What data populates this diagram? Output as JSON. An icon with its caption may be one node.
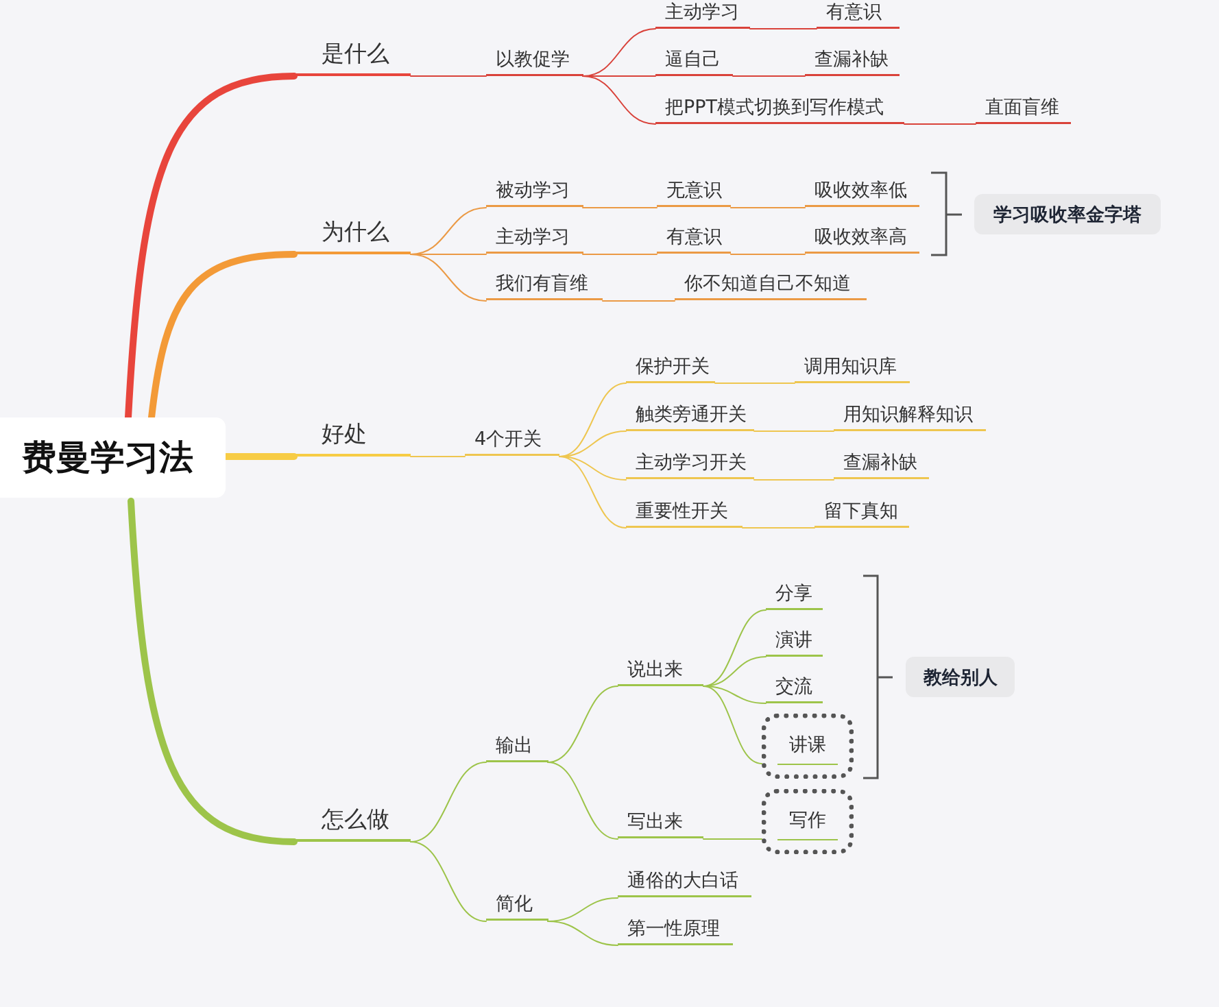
{
  "diagram": {
    "nodes": [
      {
        "text": [
          "费曼学习法"
        ]
      },
      {
        "text": [
          "是什么"
        ]
      },
      {
        "text": [
          "以教促学"
        ]
      },
      {
        "text": [
          "主动学习"
        ]
      },
      {
        "text": [
          "有意识"
        ]
      },
      {
        "text": [
          "逼自己"
        ]
      },
      {
        "text": [
          "查漏补缺"
        ]
      },
      {
        "text": [
          "把PPT模式切换到写作模式"
        ]
      },
      {
        "text": [
          "直面盲维"
        ]
      },
      {
        "text": [
          "为什么"
        ]
      },
      {
        "text": [
          "被动学习"
        ]
      },
      {
        "text": [
          "无意识"
        ]
      },
      {
        "text": [
          "吸收效率低"
        ]
      },
      {
        "text": [
          "主动学习"
        ]
      },
      {
        "text": [
          "有意识"
        ]
      },
      {
        "text": [
          "吸收效率高"
        ]
      },
      {
        "text": [
          "我们有盲维"
        ]
      },
      {
        "text": [
          "你不知道自己不知道"
        ]
      },
      {
        "text": [
          "学习吸收率金字塔"
        ]
      },
      {
        "text": [
          "好处"
        ]
      },
      {
        "text": [
          "4个开关"
        ]
      },
      {
        "text": [
          "保护开关"
        ]
      },
      {
        "text": [
          "调用知识库"
        ]
      },
      {
        "text": [
          "触类旁通开关"
        ]
      },
      {
        "text": [
          "用知识解释知识"
        ]
      },
      {
        "text": [
          "主动学习开关"
        ]
      },
      {
        "text": [
          "查漏补缺"
        ]
      },
      {
        "text": [
          "重要性开关"
        ]
      },
      {
        "text": [
          "留下真知"
        ]
      },
      {
        "text": [
          "怎么做"
        ]
      },
      {
        "text": [
          "输出"
        ]
      },
      {
        "text": [
          "说出来"
        ]
      },
      {
        "text": [
          "分享"
        ]
      },
      {
        "text": [
          "演讲"
        ]
      },
      {
        "text": [
          "交流"
        ]
      },
      {
        "text": [
          "讲课"
        ]
      },
      {
        "text": [
          "写出来"
        ]
      },
      {
        "text": [
          "写作"
        ]
      },
      {
        "text": [
          "简化"
        ]
      },
      {
        "text": [
          "通俗的大白话"
        ]
      },
      {
        "text": [
          "第一性原理"
        ]
      },
      {
        "text": [
          "教给别人"
        ]
      }
    ],
    "edges": [
      {
        "from": 0,
        "to": 1,
        "arrow": "none",
        "style": "thick",
        "color": "#e8453c"
      },
      {
        "from": 1,
        "to": 2,
        "arrow": "none",
        "color": "#d9423a"
      },
      {
        "from": 2,
        "to": 3,
        "arrow": "none",
        "color": "#d9423a"
      },
      {
        "from": 3,
        "to": 4,
        "arrow": "none",
        "color": "#d9423a"
      },
      {
        "from": 2,
        "to": 5,
        "arrow": "none",
        "color": "#d9423a"
      },
      {
        "from": 5,
        "to": 6,
        "arrow": "none",
        "color": "#d9423a"
      },
      {
        "from": 2,
        "to": 7,
        "arrow": "none",
        "color": "#d9423a"
      },
      {
        "from": 7,
        "to": 8,
        "arrow": "none",
        "color": "#d9423a"
      },
      {
        "from": 0,
        "to": 9,
        "arrow": "none",
        "style": "thick",
        "color": "#f39a37"
      },
      {
        "from": 9,
        "to": 10,
        "arrow": "none",
        "color": "#eb9a45"
      },
      {
        "from": 10,
        "to": 11,
        "arrow": "none",
        "color": "#eb9a45"
      },
      {
        "from": 11,
        "to": 12,
        "arrow": "none",
        "color": "#eb9a45"
      },
      {
        "from": 9,
        "to": 13,
        "arrow": "none",
        "color": "#eb9a45"
      },
      {
        "from": 13,
        "to": 14,
        "arrow": "none",
        "color": "#eb9a45"
      },
      {
        "from": 14,
        "to": 15,
        "arrow": "none",
        "color": "#eb9a45"
      },
      {
        "from": 9,
        "to": 16,
        "arrow": "none",
        "color": "#eb9a45"
      },
      {
        "from": 16,
        "to": 17,
        "arrow": "none",
        "color": "#eb9a45"
      },
      {
        "from": 0,
        "to": 19,
        "arrow": "none",
        "style": "thick",
        "color": "#f7cc45"
      },
      {
        "from": 19,
        "to": 20,
        "arrow": "none",
        "color": "#eec650"
      },
      {
        "from": 20,
        "to": 21,
        "arrow": "none",
        "color": "#eec650"
      },
      {
        "from": 21,
        "to": 22,
        "arrow": "none",
        "color": "#eec650"
      },
      {
        "from": 20,
        "to": 23,
        "arrow": "none",
        "color": "#eec650"
      },
      {
        "from": 23,
        "to": 24,
        "arrow": "none",
        "color": "#eec650"
      },
      {
        "from": 20,
        "to": 25,
        "arrow": "none",
        "color": "#eec650"
      },
      {
        "from": 25,
        "to": 26,
        "arrow": "none",
        "color": "#eec650"
      },
      {
        "from": 20,
        "to": 27,
        "arrow": "none",
        "color": "#eec650"
      },
      {
        "from": 27,
        "to": 28,
        "arrow": "none",
        "color": "#eec650"
      },
      {
        "from": 0,
        "to": 29,
        "arrow": "none",
        "style": "thick"
      },
      {
        "from": 29,
        "to": 30,
        "arrow": "none"
      },
      {
        "from": 30,
        "to": 31,
        "arrow": "none"
      },
      {
        "from": 31,
        "to": 32,
        "arrow": "none"
      },
      {
        "from": 31,
        "to": 33,
        "arrow": "none"
      },
      {
        "from": 31,
        "to": 34,
        "arrow": "none"
      },
      {
        "from": 31,
        "to": 35,
        "arrow": "none"
      },
      {
        "from": 30,
        "to": 36,
        "arrow": "none"
      },
      {
        "from": 36,
        "to": 37,
        "arrow": "none"
      },
      {
        "from": 29,
        "to": 38,
        "arrow": "none"
      },
      {
        "from": 38,
        "to": 39,
        "arrow": "none"
      },
      {
        "from": 38,
        "to": 40,
        "arrow": "none"
      }
    ]
  }
}
